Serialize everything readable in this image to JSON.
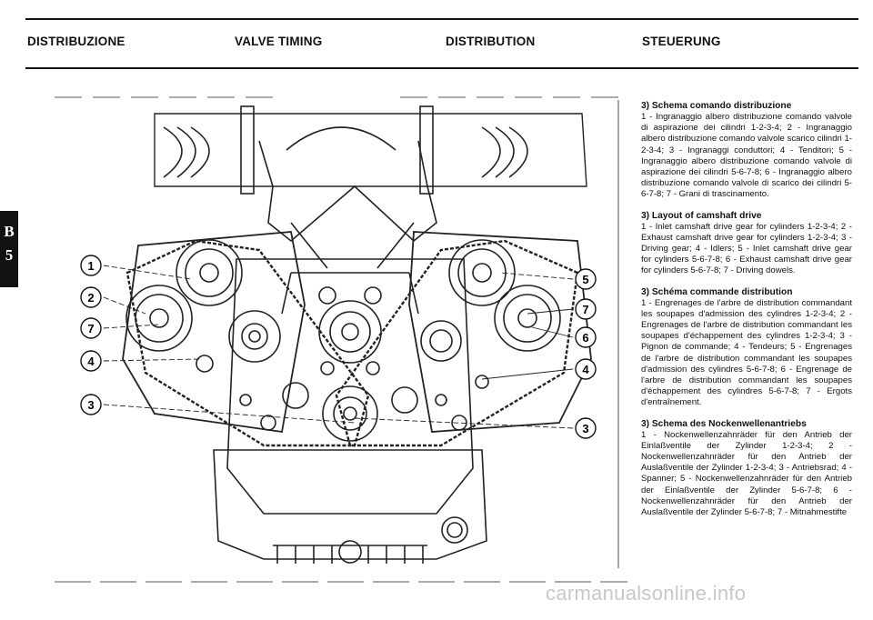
{
  "header": {
    "col1": "DISTRIBUZIONE",
    "col2": "VALVE TIMING",
    "col3": "DISTRIBUTION",
    "col4": "STEUERUNG"
  },
  "side_tab": {
    "letter": "B",
    "number": "5"
  },
  "callouts": {
    "left": [
      "1",
      "2",
      "7",
      "4",
      "3"
    ],
    "right": [
      "5",
      "7",
      "6",
      "4",
      "3"
    ]
  },
  "sections": [
    {
      "title": "3) Schema comando distribuzione",
      "body": "1 - Ingranaggio albero distribuzione comando valvole di aspirazione dei cilindri 1-2-3-4; 2 - Ingranaggio albero distribuzione comando valvole scarico cilindri 1-2-3-4; 3 - Ingranaggi conduttori; 4 - Tenditori; 5 - Ingranaggio albero distribuzione comando valvole di aspirazione dei cilindri 5-6-7-8; 6 - Ingranaggio albero distribuzione comando valvole di scarico dei cilindri 5-6-7-8; 7 - Grani di trascinamento."
    },
    {
      "title": "3) Layout of camshaft drive",
      "body": "1 - Inlet camshaft drive gear for cylinders 1-2-3-4; 2 - Exhaust camshaft drive gear for cylinders 1-2-3-4; 3 - Driving gear; 4 - Idlers; 5 - Inlet camshaft drive gear for cylinders 5-6-7-8; 6 - Exhaust camshaft drive gear for cylinders 5-6-7-8; 7 - Driving dowels."
    },
    {
      "title": "3) Schéma commande distribution",
      "body": "1 - Engrenages de l'arbre de distribution commandant les soupapes d'admission des cylindres 1-2-3-4; 2 - Engrenages de l'arbre de distribution commandant les soupapes d'échappement des cylindres 1-2-3-4; 3 - Pignon de commande; 4 - Tendeurs; 5 - Engrenages de l'arbre de distribution commandant les soupapes d'admission des cylindres 5-6-7-8; 6 - Engrenage de l'arbre de distribution commandant les soupapes d'échappement des cylindres 5-6-7-8; 7 - Ergots d'entraînement."
    },
    {
      "title": "3) Schema des Nockenwellenantriebs",
      "body": "1 - Nockenwellenzahnräder für den Antrieb der Einlaßventile der Zylinder 1-2-3-4; 2 - Nockenwellenzahnräder für den Antrieb der Auslaßventile der Zylinder 1-2-3-4; 3 - Antriebsrad; 4 - Spanner; 5 - Nockenwellenzahnräder für den Antrieb der Einlaßventile der Zylinder 5-6-7-8; 6 - Nockenwellenzahnräder für den Antrieb der Auslaßventile der Zylinder 5-6-7-8; 7 - Mitnahmestifte"
    }
  ],
  "watermark": "carmanualsonline.info"
}
